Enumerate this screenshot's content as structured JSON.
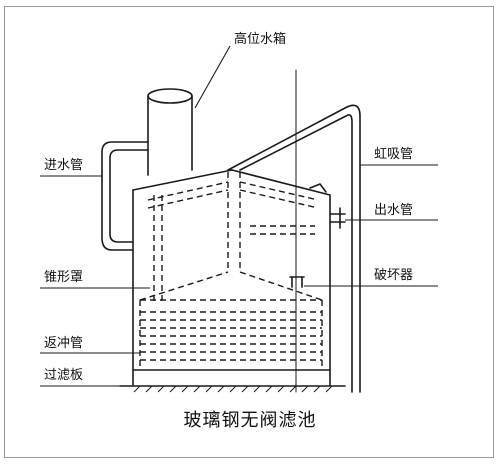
{
  "labels": {
    "high_tank": "高位水箱",
    "inlet_pipe": "进水管",
    "siphon_pipe": "虹吸管",
    "outlet_pipe": "出水管",
    "cone_hood": "锥形罩",
    "breaker": "破坏器",
    "backwash_pipe": "返冲管",
    "filter_plate": "过滤板"
  },
  "caption": "玻璃钢无阀滤池",
  "colors": {
    "line": "#1a1a1a",
    "dashed": "#1a1a1a",
    "background": "#ffffff"
  }
}
